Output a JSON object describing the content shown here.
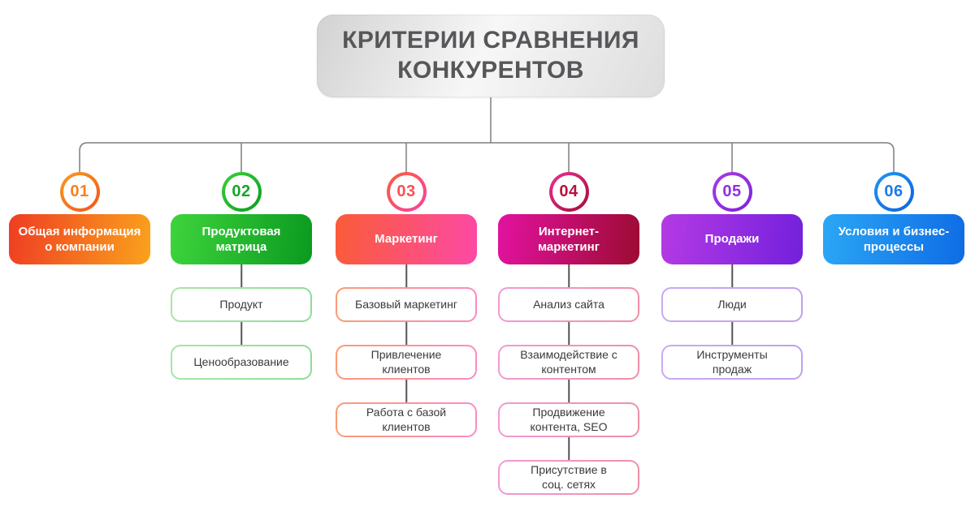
{
  "palette": {
    "canvas_bg": "#ffffff",
    "line": "#7d7d7d",
    "sub_line": "#555555",
    "title_text": "#57575a",
    "title_bg_from": "#d2d2d2",
    "title_bg_mid": "#f7f7f7",
    "title_bg_to": "#dddddd"
  },
  "title": {
    "text": "КРИТЕРИИ СРАВНЕНИЯ\nКОНКУРЕНТОВ"
  },
  "columns": [
    {
      "number": "01",
      "label": "Общая информация\nо компании",
      "colors": {
        "box_from": "#ef3d23",
        "box_to": "#faa21c",
        "ring_from": "#fa9d1d",
        "ring_to": "#f2511f",
        "number": "#f58220"
      },
      "subs": []
    },
    {
      "number": "02",
      "label": "Продуктовая\nматрица",
      "colors": {
        "box_from": "#3ed43c",
        "box_to": "#0a9a20",
        "ring_from": "#3bd13a",
        "ring_to": "#0b9c21",
        "number": "#16a52a",
        "sub_from": "#a8e5a8",
        "sub_to": "#8fdc9a"
      },
      "subs": [
        "Продукт",
        "Ценообразование"
      ]
    },
    {
      "number": "03",
      "label": "Маркетинг",
      "colors": {
        "box_from": "#fa5c38",
        "box_to": "#fd49a5",
        "ring_from": "#fb5f39",
        "ring_to": "#fc3fa1",
        "number": "#fa5053",
        "sub_from": "#fb9b73",
        "sub_to": "#fd8ac2"
      },
      "subs": [
        "Базовый маркетинг",
        "Привлечение\nклиентов",
        "Работа с базой\nклиентов"
      ]
    },
    {
      "number": "04",
      "label": "Интернет-\nмаркетинг",
      "colors": {
        "box_from": "#e312a0",
        "box_to": "#9c0b32",
        "ring_from": "#ee2f96",
        "ring_to": "#a30c35",
        "number": "#b8123f",
        "sub_from": "#f19ad4",
        "sub_to": "#ef8fa6"
      },
      "subs": [
        "Анализ сайта",
        "Взаимодействие с\nконтентом",
        "Продвижение\nконтента, SEO",
        "Присутствие в\nсоц. сетях"
      ]
    },
    {
      "number": "05",
      "label": "Продажи",
      "colors": {
        "box_from": "#b53ae5",
        "box_to": "#7320dc",
        "ring_from": "#ab3ce4",
        "ring_to": "#7b22dd",
        "number": "#9130e0",
        "sub_from": "#c9aaf1",
        "sub_to": "#bfa0ef"
      },
      "subs": [
        "Люди",
        "Инструменты\nпродаж"
      ]
    },
    {
      "number": "06",
      "label": "Условия и бизнес-\nпроцессы",
      "colors": {
        "box_from": "#2ba7f5",
        "box_to": "#0e6ce5",
        "ring_from": "#2196f3",
        "ring_to": "#0d64da",
        "number": "#1b7ce9"
      },
      "subs": []
    }
  ]
}
